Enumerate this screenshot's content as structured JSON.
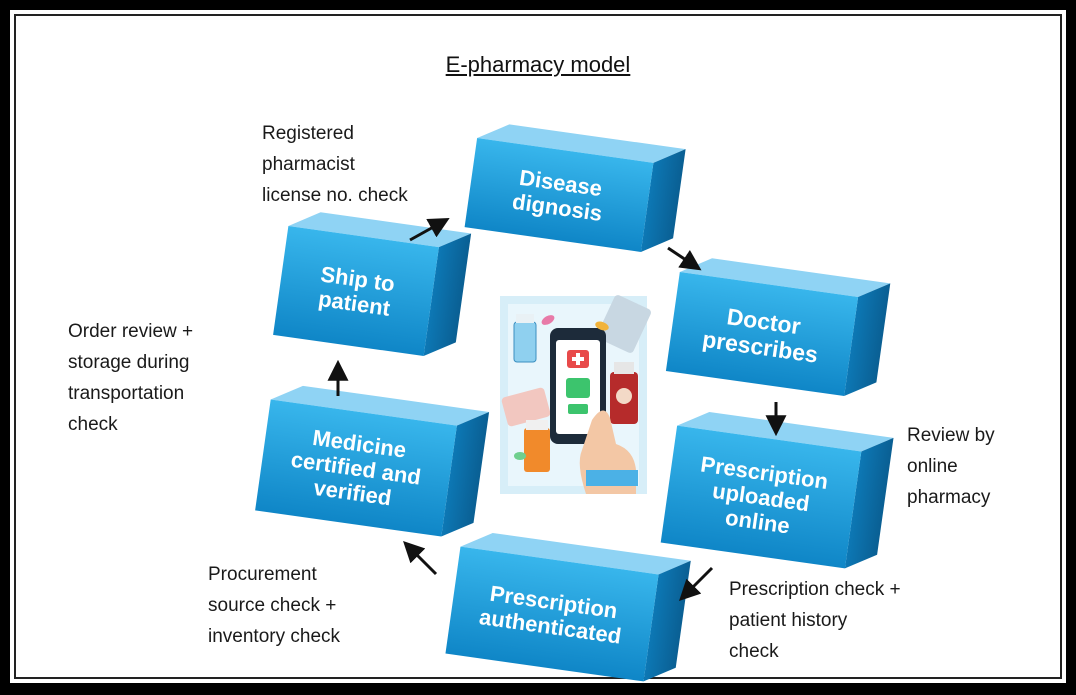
{
  "title": "E-pharmacy model",
  "steps": [
    {
      "id": "disease",
      "lines": [
        "Disease",
        "dignosis"
      ]
    },
    {
      "id": "doctor",
      "lines": [
        "Doctor",
        "prescribes"
      ]
    },
    {
      "id": "upload",
      "lines": [
        "Prescription",
        "uploaded",
        "online"
      ]
    },
    {
      "id": "auth",
      "lines": [
        "Prescription",
        "authenticated"
      ]
    },
    {
      "id": "medicine",
      "lines": [
        "Medicine",
        "certified and",
        "verified"
      ]
    },
    {
      "id": "ship",
      "lines": [
        "Ship to",
        "patient"
      ]
    }
  ],
  "notes": {
    "pharmacist": "Registered\npharmacist\nlicense no. check",
    "order_review": "Order review +\nstorage during\ntransportation\ncheck",
    "review_online": "Review by\nonline\npharmacy",
    "procurement": "Procurement\nsource check +\ninventory check",
    "prescription_check": "Prescription check +\npatient history\ncheck"
  },
  "center_image": {
    "icon": "smartphone-pharmacy-illustration"
  },
  "colors": {
    "box_front": "#1f9ad6",
    "box_top": "#8fd3f4",
    "box_side": "#0b6fa8",
    "arrow": "#111111"
  }
}
